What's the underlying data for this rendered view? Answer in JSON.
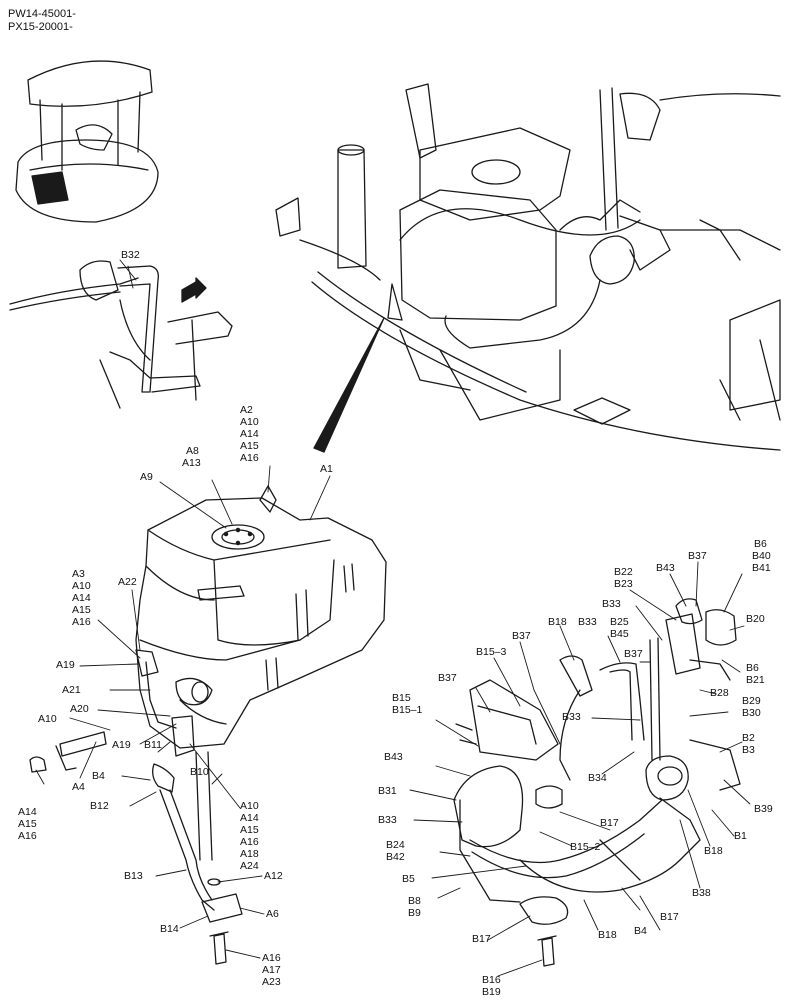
{
  "header": {
    "line1": "PW14-45001-",
    "line2": "PX15-20001-"
  },
  "callouts": {
    "a2": "A2",
    "a10": "A10",
    "a14": "A14",
    "a15": "A15",
    "a16": "A16",
    "a8": "A8",
    "a13": "A13",
    "a1": "A1",
    "a9": "A9",
    "a3": "A3",
    "a22": "A22",
    "a19": "A19",
    "a21": "A21",
    "a20": "A20",
    "a4": "A4",
    "a18": "A18",
    "a24": "A24",
    "a12": "A12",
    "a6": "A6",
    "a17": "A17",
    "a23": "A23",
    "b32": "B32",
    "b11": "B11",
    "b4": "B4",
    "b10": "B10",
    "b12": "B12",
    "b13": "B13",
    "b14": "B14",
    "b6": "B6",
    "b40": "B40",
    "b41": "B41",
    "b37": "B37",
    "b43": "B43",
    "b22": "B22",
    "b23": "B23",
    "b33": "B33",
    "b25": "B25",
    "b45": "B45",
    "b18": "B18",
    "b15_3": "B15–3",
    "b20": "B20",
    "b21": "B21",
    "b28": "B28",
    "b29": "B29",
    "b30": "B30",
    "b15": "B15",
    "b15_1": "B15–1",
    "b2": "B2",
    "b3": "B3",
    "b34": "B34",
    "b39": "B39",
    "b31": "B31",
    "b17": "B17",
    "b1": "B1",
    "b24": "B24",
    "b42": "B42",
    "b15_2": "B15–2",
    "b5": "B5",
    "b38": "B38",
    "b8": "B8",
    "b9": "B9",
    "b16": "B16",
    "b19": "B19"
  }
}
